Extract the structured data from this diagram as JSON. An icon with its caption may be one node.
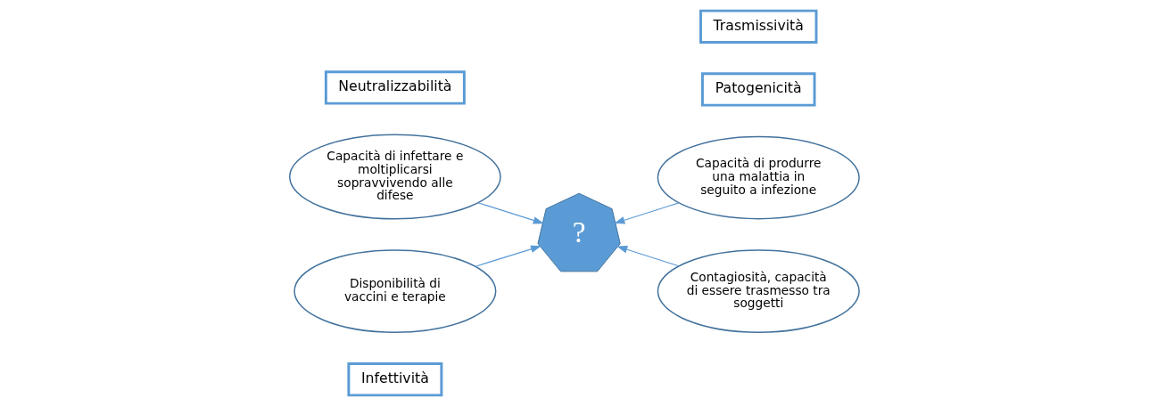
{
  "diagram": {
    "nodes": [
      {
        "text": [
          "Infettività"
        ]
      },
      {
        "text": [
          "Capacità di infettare e moltiplicarsi sopravvivendo alle difese"
        ]
      },
      {
        "text": [
          "Patogenicità"
        ]
      },
      {
        "text": [
          "Capacità di produrre una malattia in seguito a infezione"
        ]
      },
      {
        "text": [
          "?"
        ]
      },
      {
        "text": [
          "Disponibilità di vaccini e terapie"
        ]
      },
      {
        "text": [
          "Neutralizzabilità"
        ]
      },
      {
        "text": [
          "Contagiosità, capacità di essere trasmesso tra soggetti"
        ]
      },
      {
        "text": [
          "Trasmissività"
        ]
      }
    ],
    "edges": [
      {
        "from": 1,
        "to": 4,
        "arrow": "to"
      },
      {
        "from": 3,
        "to": 4,
        "arrow": "to"
      },
      {
        "from": 5,
        "to": 4,
        "arrow": "to"
      },
      {
        "from": 7,
        "to": 4,
        "arrow": "to"
      }
    ]
  }
}
